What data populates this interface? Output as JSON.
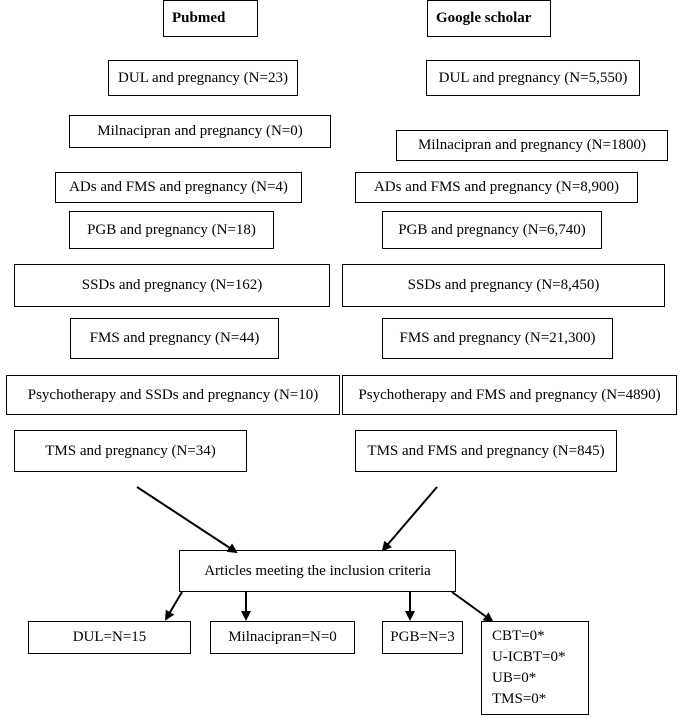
{
  "headers": {
    "pubmed": "Pubmed",
    "google": "Google scholar"
  },
  "pubmed_boxes": [
    "DUL and pregnancy (N=23)",
    "Milnacipran and pregnancy (N=0)",
    "ADs and FMS and pregnancy (N=4)",
    "PGB and pregnancy (N=18)",
    "SSDs and pregnancy (N=162)",
    "FMS and pregnancy (N=44)",
    "Psychotherapy and SSDs and pregnancy (N=10)",
    "TMS and pregnancy (N=34)"
  ],
  "google_boxes": [
    "DUL and pregnancy (N=5,550)",
    "Milnacipran and pregnancy (N=1800)",
    "ADs and FMS and pregnancy (N=8,900)",
    "PGB and pregnancy (N=6,740)",
    "SSDs and pregnancy (N=8,450)",
    "FMS and pregnancy (N=21,300)",
    "Psychotherapy and FMS and pregnancy (N=4890)",
    "TMS and FMS and pregnancy (N=845)"
  ],
  "criteria": "Articles meeting the inclusion criteria",
  "results": {
    "dul": "DUL=N=15",
    "milnacipran": "Milnacipran=N=0",
    "pgb": "PGB=N=3",
    "other_lines": [
      "CBT=0*",
      "U-ICBT=0*",
      "UB=0*",
      "TMS=0*"
    ]
  }
}
